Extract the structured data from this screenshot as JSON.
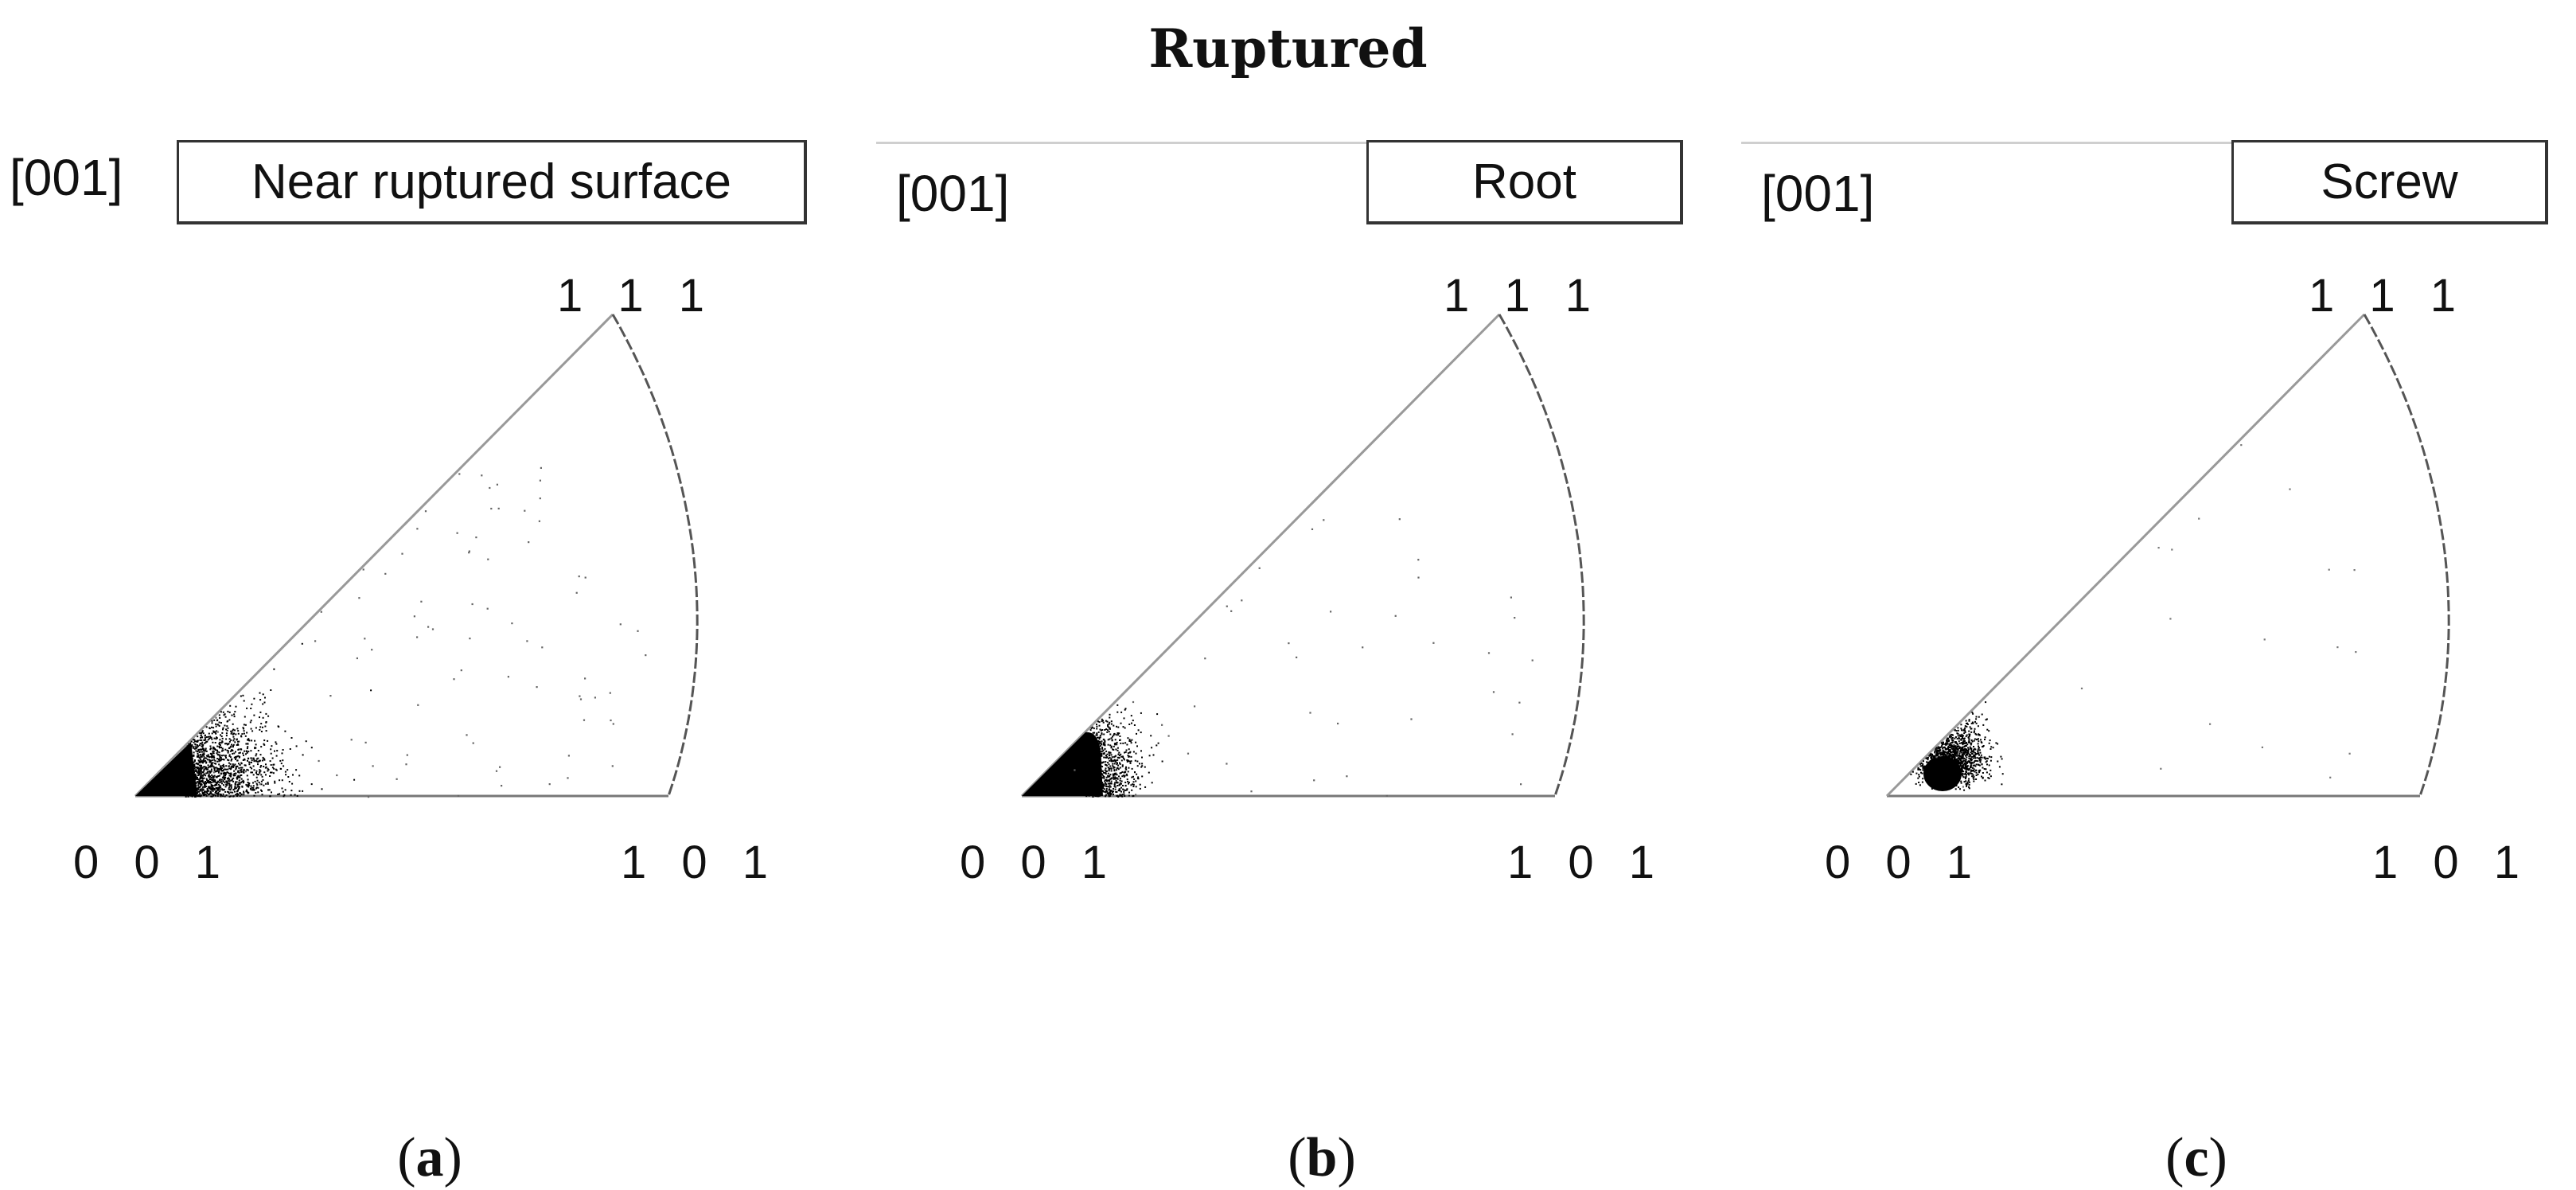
{
  "title": "Ruptured",
  "panels": [
    {
      "direction": "[001]",
      "region": "Near ruptured surface",
      "corners": {
        "top": "1 1 1",
        "left": "0 0 1",
        "right": "1 0 1"
      },
      "caption_open": "(",
      "caption_letter": "a",
      "caption_close": ")"
    },
    {
      "direction": "[001]",
      "region": "Root",
      "corners": {
        "top": "1 1 1",
        "left": "0 0 1",
        "right": "1 0 1"
      },
      "caption_open": "(",
      "caption_letter": "b",
      "caption_close": ")"
    },
    {
      "direction": "[001]",
      "region": "Screw",
      "corners": {
        "top": "1 1 1",
        "left": "0 0 1",
        "right": "1 0 1"
      },
      "caption_open": "(",
      "caption_letter": "c",
      "caption_close": ")"
    }
  ]
}
